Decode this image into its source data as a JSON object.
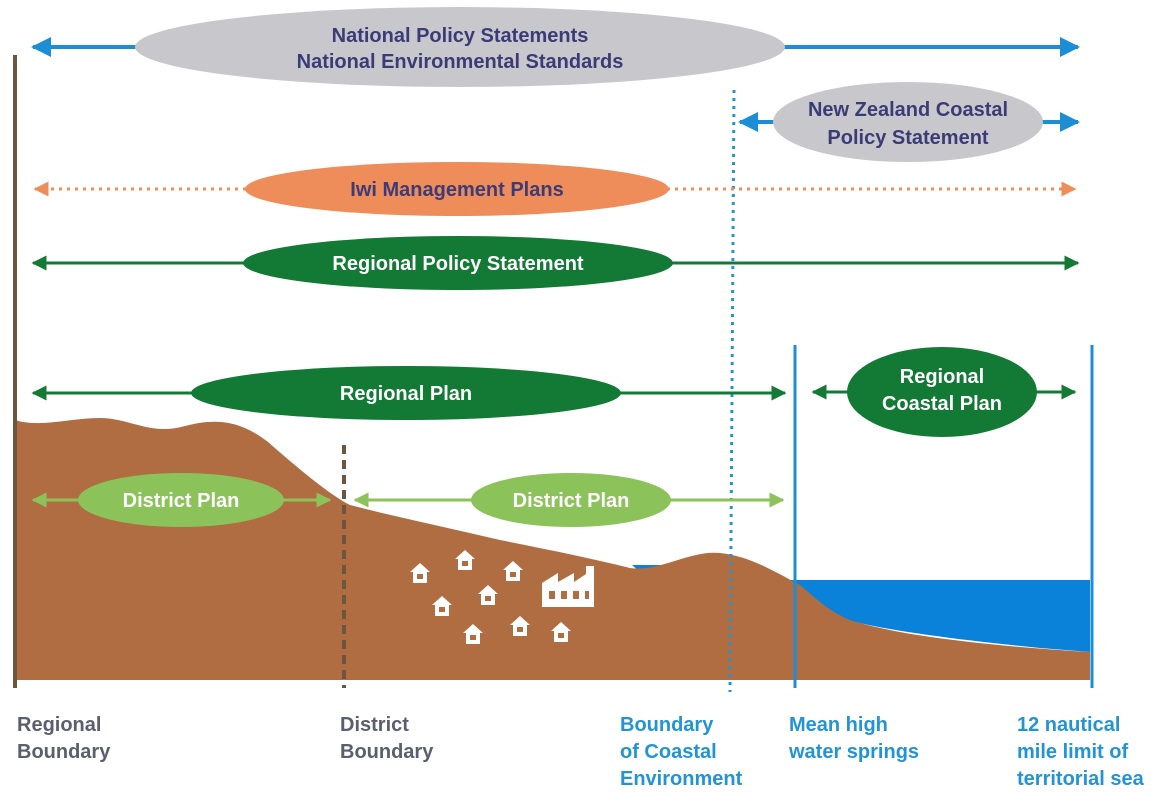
{
  "colors": {
    "blue_arrow": "#1b8ed6",
    "grey_ellipse": "#c8c8cc",
    "navy_text": "#3b3b78",
    "orange": "#ef8d5a",
    "dark_green": "#137a36",
    "light_green": "#8cc25a",
    "land": "#b06d41",
    "sea": "#0a82d9",
    "boundary_brown": "#6e5540",
    "label_grey": "#5a5e6e",
    "label_blue": "#2294d6"
  },
  "bands": {
    "national": {
      "line1": "National Policy Statements",
      "line2": "National Environmental Standards"
    },
    "nzcps": {
      "line1": "New Zealand Coastal",
      "line2": "Policy Statement"
    },
    "iwi": {
      "label": "Iwi Management Plans"
    },
    "rps": {
      "label": "Regional Policy Statement"
    },
    "regional_plan": {
      "label": "Regional Plan"
    },
    "regional_coastal_plan": {
      "line1": "Regional",
      "line2": "Coastal Plan"
    },
    "district_plan_1": {
      "label": "District Plan"
    },
    "district_plan_2": {
      "label": "District Plan"
    }
  },
  "boundaries": {
    "regional": {
      "line1": "Regional",
      "line2": "Boundary"
    },
    "district": {
      "line1": "District",
      "line2": "Boundary"
    },
    "coastal_env": {
      "line1": "Boundary",
      "line2": "of Coastal",
      "line3": "Environment"
    },
    "mhws": {
      "line1": "Mean high",
      "line2": "water springs"
    },
    "nautical": {
      "line1": "12 nautical",
      "line2": "mile limit of",
      "line3": "territorial sea"
    }
  },
  "icons": [
    "house-icon",
    "factory-icon"
  ]
}
